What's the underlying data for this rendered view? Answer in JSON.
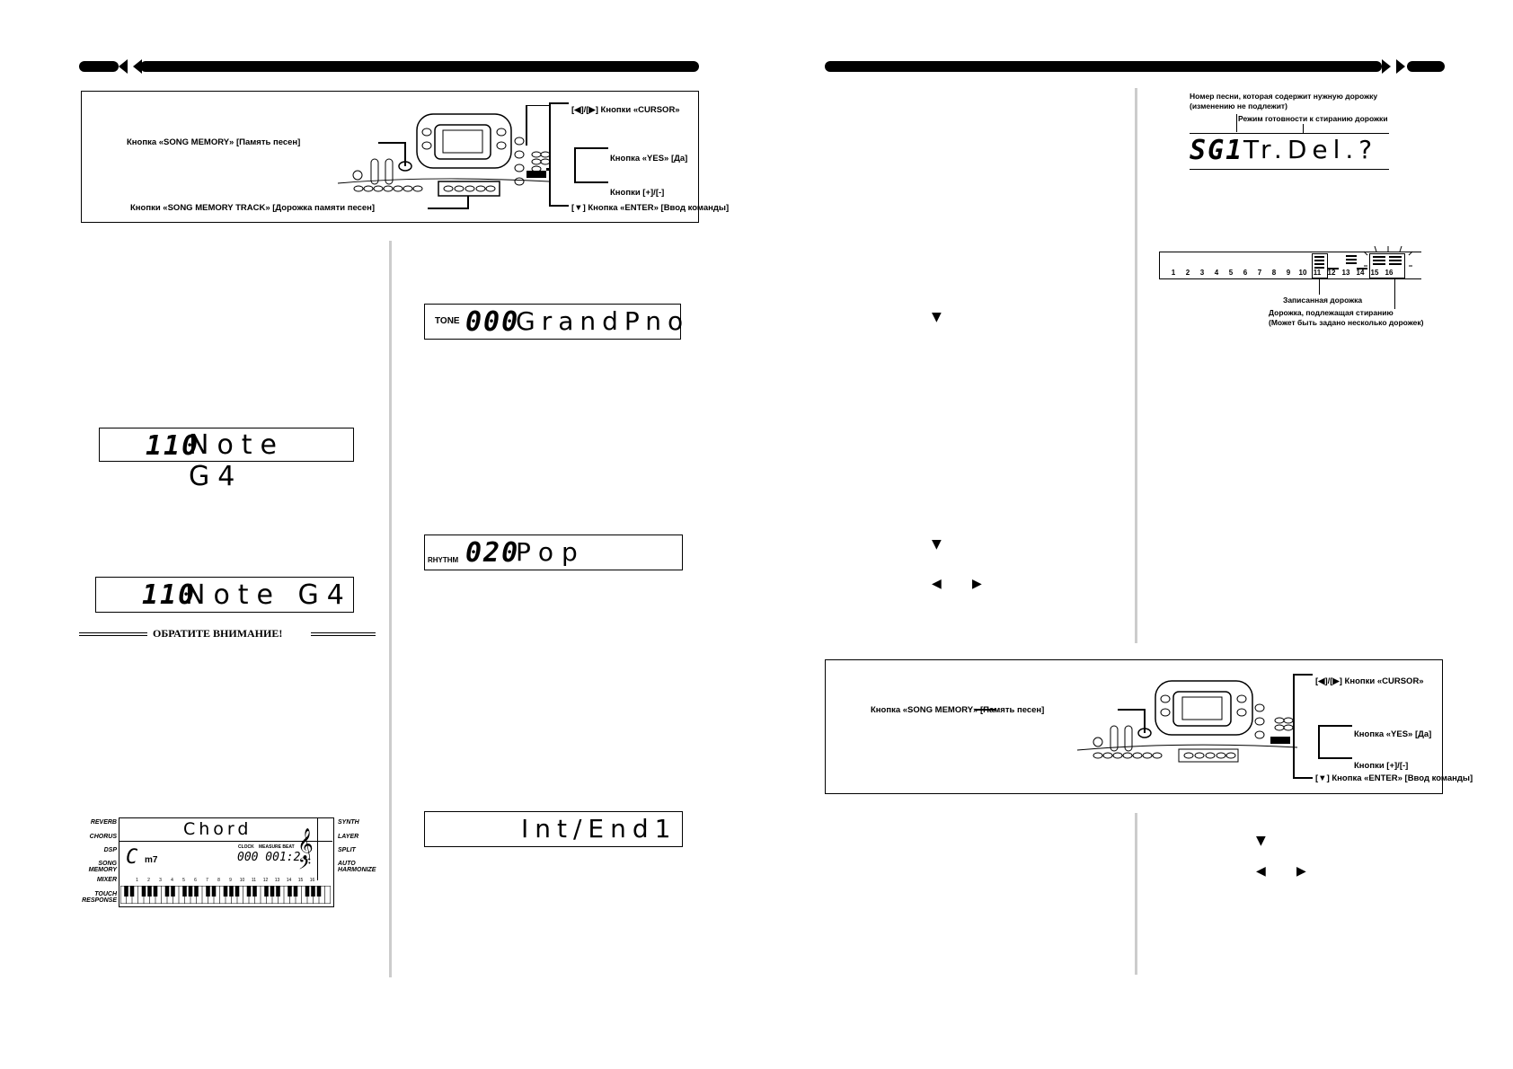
{
  "left_page": {
    "panel": {
      "song_memory_label": "Кнопка «SONG MEMORY» [Память песен]",
      "song_memory_track_label": "Кнопки «SONG MEMORY TRACK» [Дорожка памяти песен]",
      "cursor_label": "[◀]/[▶] Кнопки «CURSOR»",
      "yes_label": "Кнопка «YES» [Да]",
      "plusminus_label": "Кнопки [+]/[-]",
      "enter_label": "[▼] Кнопка «ENTER» [Ввод команды]"
    },
    "lcd_note_1": {
      "num": "110",
      "text": "Note G4"
    },
    "lcd_note_2": {
      "num": "110",
      "text": "Note G4"
    },
    "notice": "ОБРАТИТЕ ВНИМАНИЕ!",
    "lcd_tone": {
      "prefix": "TONE",
      "num": "000",
      "text": "GrandPno"
    },
    "lcd_rhythm": {
      "prefix": "RHYTHM",
      "num": "020",
      "text": "Pop"
    },
    "lcd_intend": {
      "text": "Int/End1"
    },
    "display": {
      "chord_title": "Chord",
      "chord_name": "C",
      "chord_suffix": "m7",
      "clock": "CLOCK",
      "measure_beat": "MEASURE BEAT",
      "counter": "000 001:2",
      "left_labels": [
        "REVERB",
        "CHORUS",
        "DSP",
        "SONG MEMORY",
        "MIXER",
        "TOUCH RESPONSE"
      ],
      "right_labels": [
        "SYNTH",
        "LAYER",
        "SPLIT",
        "AUTO HARMONIZE"
      ],
      "tracks": [
        "1",
        "2",
        "3",
        "4",
        "5",
        "6",
        "7",
        "8",
        "9",
        "10",
        "11",
        "12",
        "13",
        "14",
        "15",
        "16"
      ]
    }
  },
  "right_page": {
    "lcd_del": {
      "song_number_caption": "Номер песни, которая содержит нужную дорожку (изменению не подлежит)",
      "ready_caption": "Режим готовности к стиранию дорожки",
      "num": "SG1",
      "text": "Tr.Del.?"
    },
    "tracks_bar": {
      "tracks": [
        "1",
        "2",
        "3",
        "4",
        "5",
        "6",
        "7",
        "8",
        "9",
        "10",
        "11",
        "12",
        "13",
        "14",
        "15",
        "16"
      ],
      "recorded_caption": "Записанная дорожка",
      "erase_caption": "Дорожка, подлежащая стиранию",
      "erase_note": "(Может быть задано несколько дорожек)"
    },
    "panel": {
      "song_memory_label": "Кнопка «SONG MEMORY» [Память песен]",
      "cursor_label": "[◀]/[▶] Кнопки «CURSOR»",
      "yes_label": "Кнопка «YES» [Да]",
      "plusminus_label": "Кнопки [+]/[-]",
      "enter_label": "[▼] Кнопка «ENTER» [Ввод команды]"
    },
    "arrows": {
      "down": "▼",
      "left": "◀",
      "right": "▶"
    }
  }
}
